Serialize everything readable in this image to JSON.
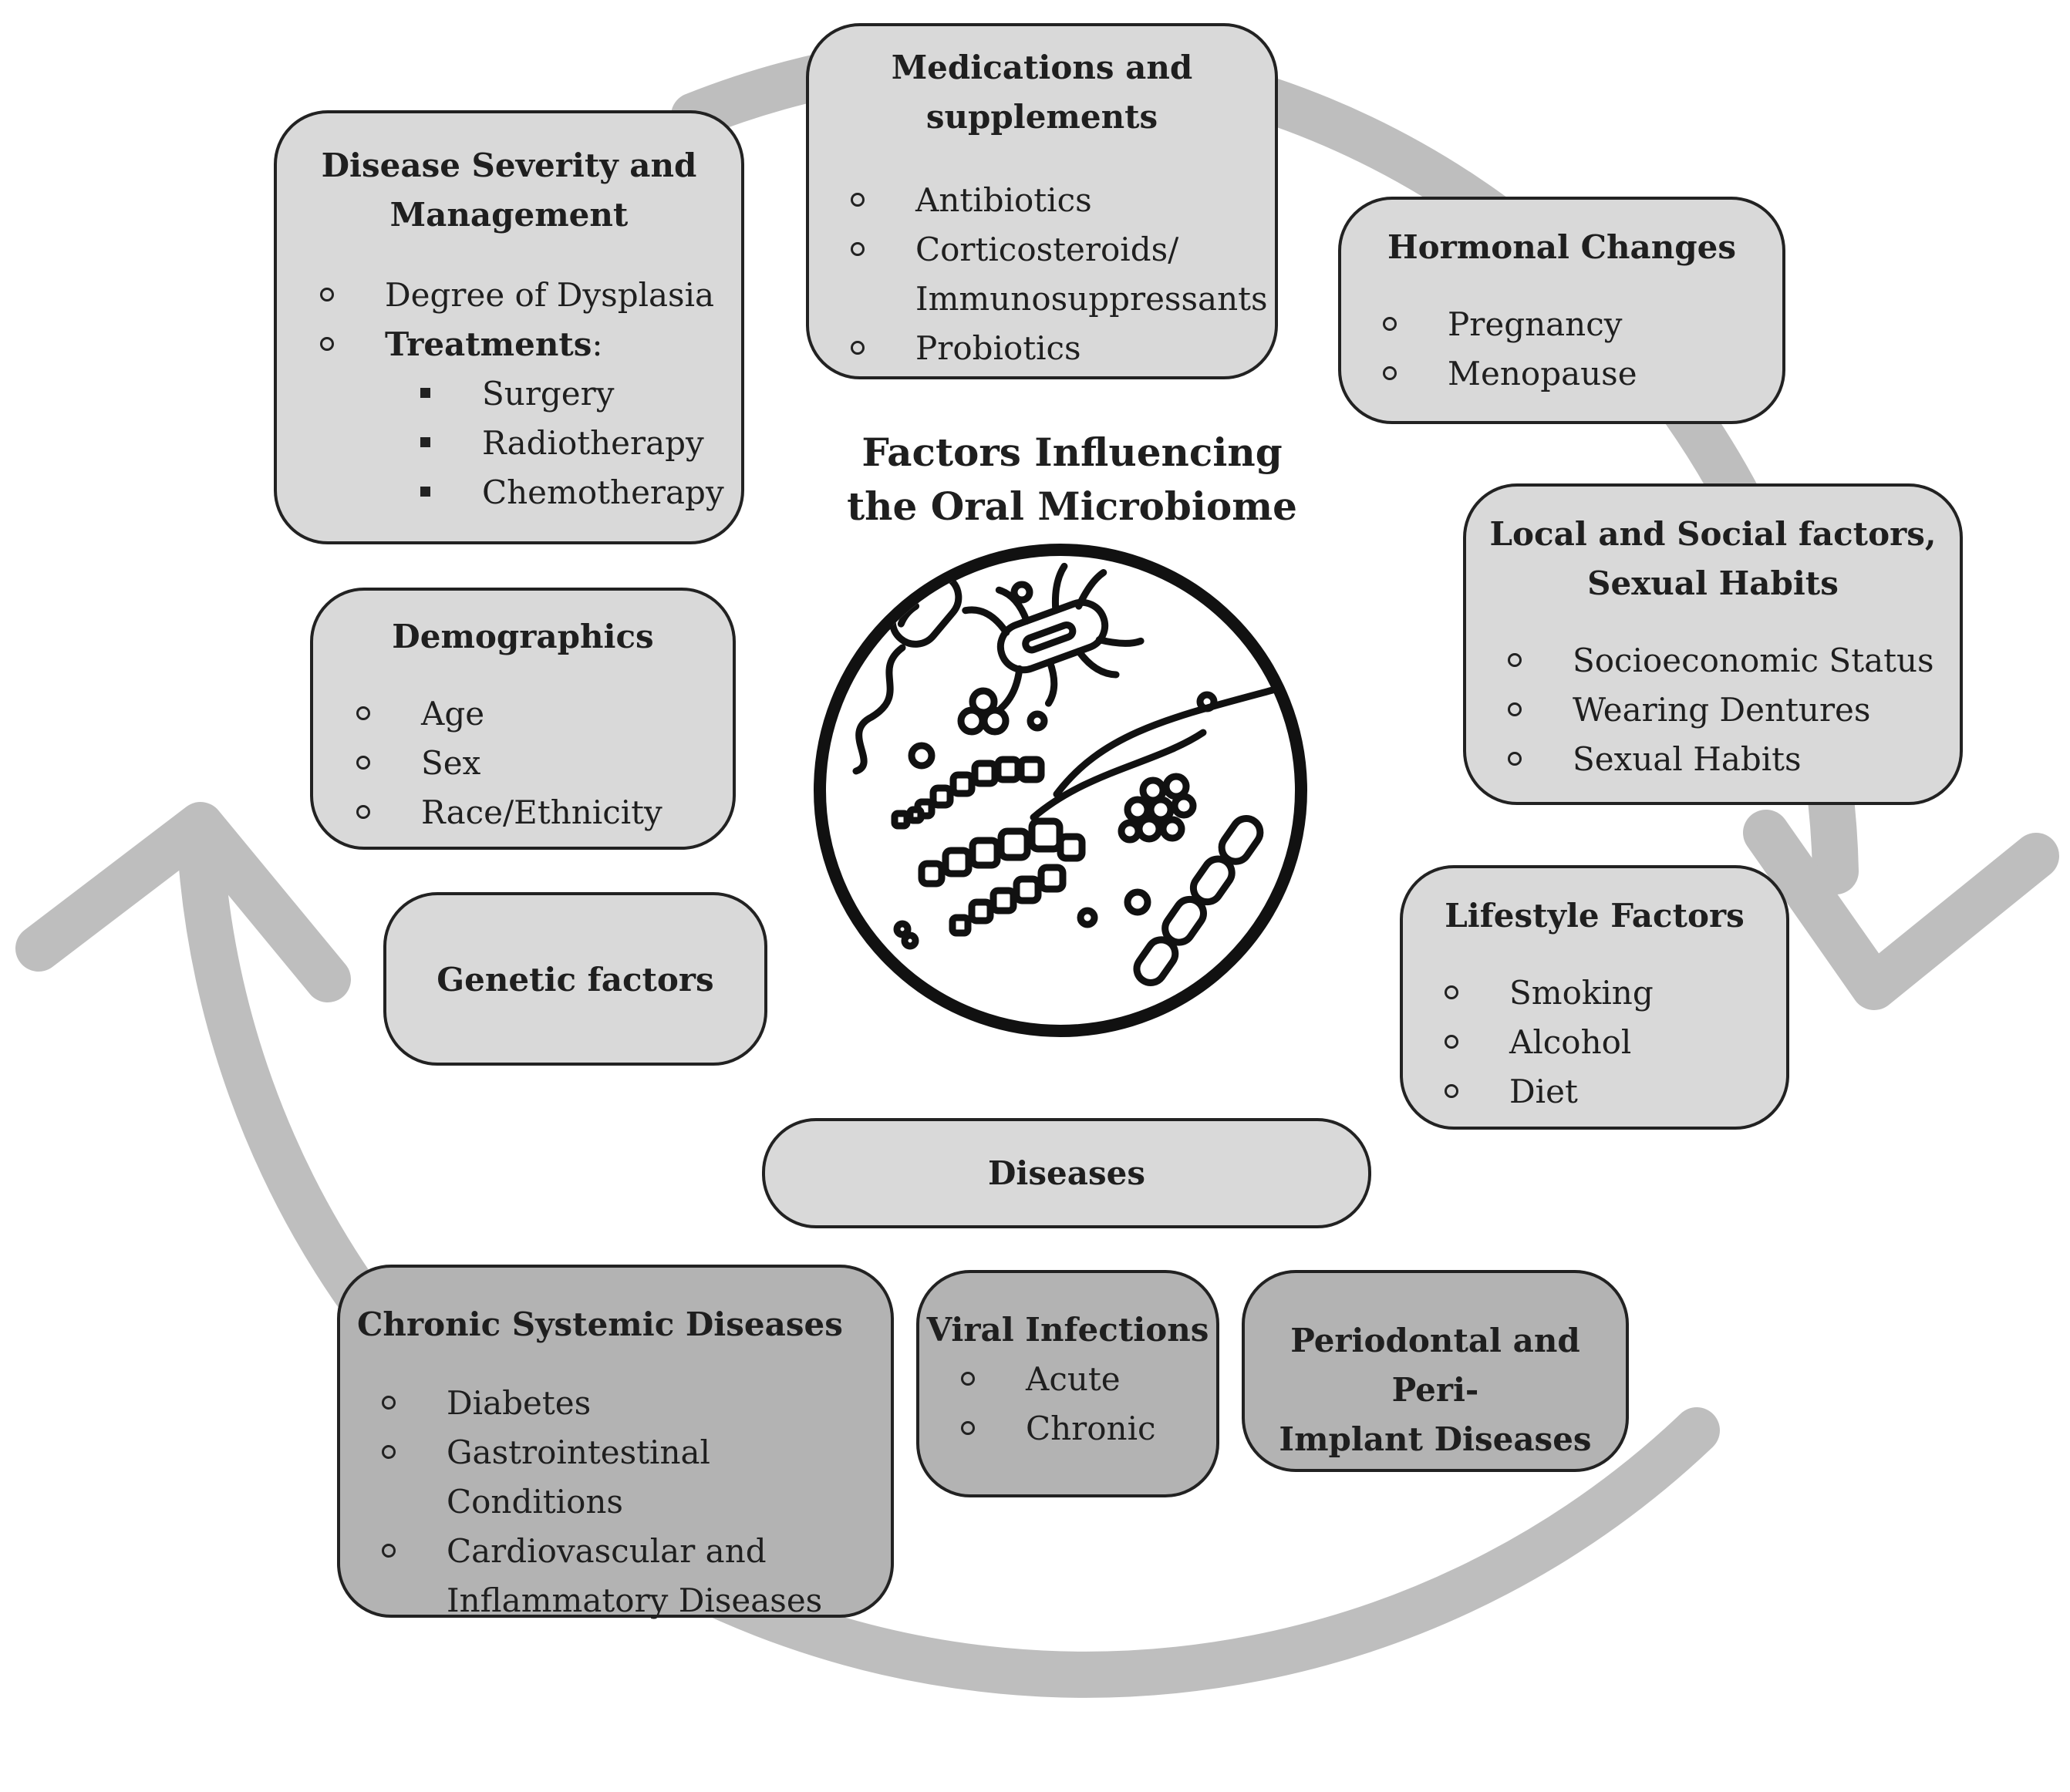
{
  "center": {
    "title_line1": "Factors Influencing",
    "title_line2": "the Oral Microbiome",
    "illustration_icon": "bacteria-microscope-icon"
  },
  "cycle_arrow": {
    "color": "#bebebe",
    "icon": "circular-arrow-icon"
  },
  "disease_severity": {
    "title_line1": "Disease Severity and",
    "title_line2": "Management",
    "items": [
      "Degree of Dysplasia"
    ],
    "treatments_label": "Treatments",
    "treatments_colon": ":",
    "treatments": [
      "Surgery",
      "Radiotherapy",
      "Chemotherapy"
    ]
  },
  "medications": {
    "title_line1": "Medications and",
    "title_line2": "supplements",
    "item1": "Antibiotics",
    "item2_line1": "Corticosteroids/",
    "item2_line2": "Immunosuppressants",
    "item3": "Probiotics"
  },
  "hormonal": {
    "title": "Hormonal Changes",
    "items": [
      "Pregnancy",
      "Menopause"
    ]
  },
  "local_social": {
    "title_line1": "Local and Social factors,",
    "title_line2": "Sexual Habits",
    "items": [
      "Socioeconomic Status",
      "Wearing Dentures",
      "Sexual Habits"
    ]
  },
  "demographics": {
    "title": "Demographics",
    "items": [
      "Age",
      "Sex",
      "Race/Ethnicity"
    ]
  },
  "genetic": {
    "title": "Genetic factors"
  },
  "lifestyle": {
    "title": "Lifestyle Factors",
    "items": [
      "Smoking",
      "Alcohol",
      "Diet"
    ]
  },
  "diseases": {
    "title": "Diseases"
  },
  "chronic": {
    "title": "Chronic Systemic Diseases",
    "item1": "Diabetes",
    "item2": "Gastrointestinal Conditions",
    "item3_line1": "Cardiovascular and",
    "item3_line2": "Inflammatory Diseases"
  },
  "viral": {
    "title": "Viral Infections",
    "items": [
      "Acute",
      "Chronic"
    ]
  },
  "periodontal": {
    "title_line1": "Periodontal and Peri-",
    "title_line2": "Implant Diseases"
  },
  "colors": {
    "light_box": "#d9d9d9",
    "dark_box": "#b3b3b3",
    "border": "#222222"
  }
}
